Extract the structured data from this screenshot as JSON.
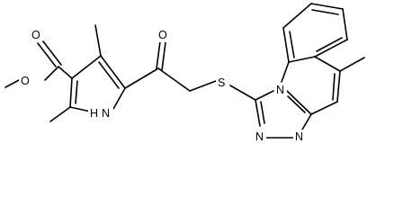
{
  "diagram": {
    "type": "chemical-structure",
    "atom_labels": [
      {
        "id": "O_carbonyl_ester",
        "text": "O"
      },
      {
        "id": "O_ester",
        "text": "O"
      },
      {
        "id": "O_ketone",
        "text": "O"
      },
      {
        "id": "N_pyrrole",
        "text": "N"
      },
      {
        "id": "H_pyrrole",
        "text": "H"
      },
      {
        "id": "S_thioether",
        "text": "S"
      },
      {
        "id": "N_triazole_fused",
        "text": "N"
      },
      {
        "id": "N_triazole_a",
        "text": "N"
      },
      {
        "id": "N_triazole_b",
        "text": "N"
      }
    ]
  }
}
